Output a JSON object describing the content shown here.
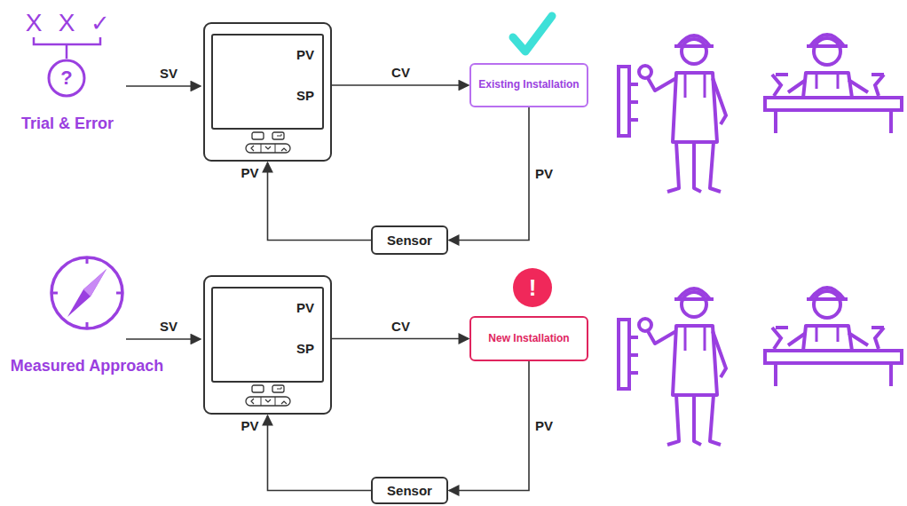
{
  "diagram": {
    "nodes": [
      {
        "text": [
          "PV",
          "SP"
        ]
      },
      {
        "text": [
          "Existing Installation"
        ]
      },
      {
        "text": [
          "Sensor"
        ]
      },
      {
        "text": [
          "PV",
          "SP"
        ]
      },
      {
        "text": [
          "New Installation"
        ]
      },
      {
        "text": [
          "Sensor"
        ]
      }
    ],
    "edges": [
      {
        "from": 0,
        "to": 1,
        "label": "CV",
        "arrow": "to"
      },
      {
        "from": 1,
        "to": 2,
        "label": "PV",
        "arrow": "to"
      },
      {
        "from": 2,
        "to": 0,
        "label": "PV",
        "arrow": "to"
      },
      {
        "from": 3,
        "to": 4,
        "label": "CV",
        "arrow": "to"
      },
      {
        "from": 4,
        "to": 5,
        "label": "PV",
        "arrow": "to"
      },
      {
        "from": 5,
        "to": 3,
        "label": "PV",
        "arrow": "to"
      }
    ],
    "labels": [
      "X",
      "X",
      "✓",
      "?",
      "Trial & Error",
      "SV",
      "!",
      "Measured Approach",
      "SV"
    ]
  }
}
